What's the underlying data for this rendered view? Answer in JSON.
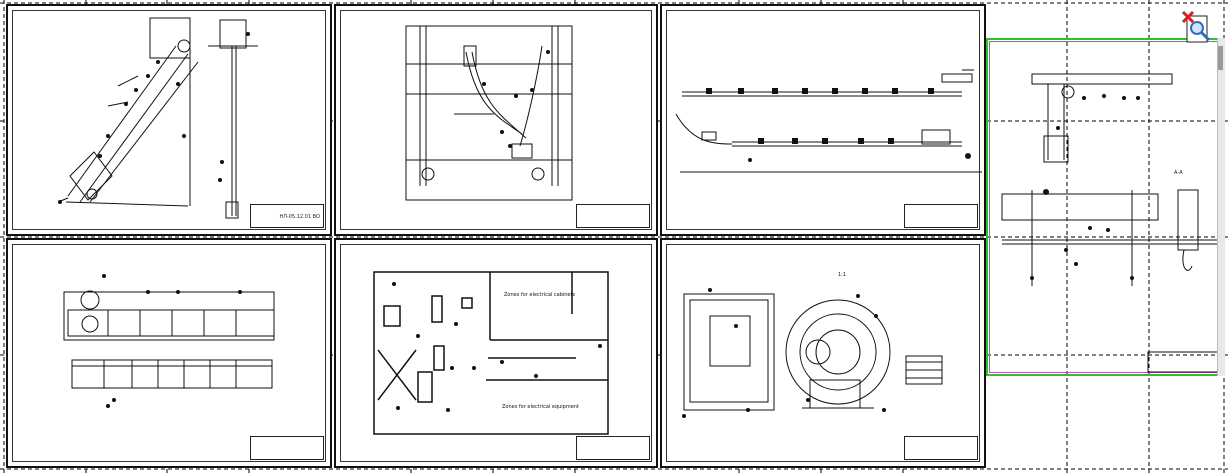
{
  "viewer": {
    "zoom_button": "zoom-selection",
    "icons": [
      "close-x-icon",
      "document-magnifier-icon"
    ]
  },
  "sheets": [
    {
      "id": "sheet-1",
      "title_block": "НЛ-05.12.01 ВО"
    },
    {
      "id": "sheet-2",
      "title_block": ""
    },
    {
      "id": "sheet-3",
      "title_block": ""
    },
    {
      "id": "sheet-4",
      "title_block": ""
    },
    {
      "id": "sheet-5",
      "title_block": ""
    },
    {
      "id": "sheet-6",
      "title_block": ""
    }
  ],
  "selected_sheet": {
    "id": "sheet-7",
    "label": "А-А"
  },
  "notes": {
    "sheet5_text1": "Zones for electrical cabinets",
    "sheet5_text2": "Zones for electrical equipment",
    "sheet6_label": "1:1"
  },
  "colors": {
    "selection_green": "#2ec12e",
    "selection_magenta": "#c24cc2",
    "drawing_ink": "#111111",
    "zoom_red": "#d42020",
    "zoom_blue": "#2f6fb7"
  }
}
